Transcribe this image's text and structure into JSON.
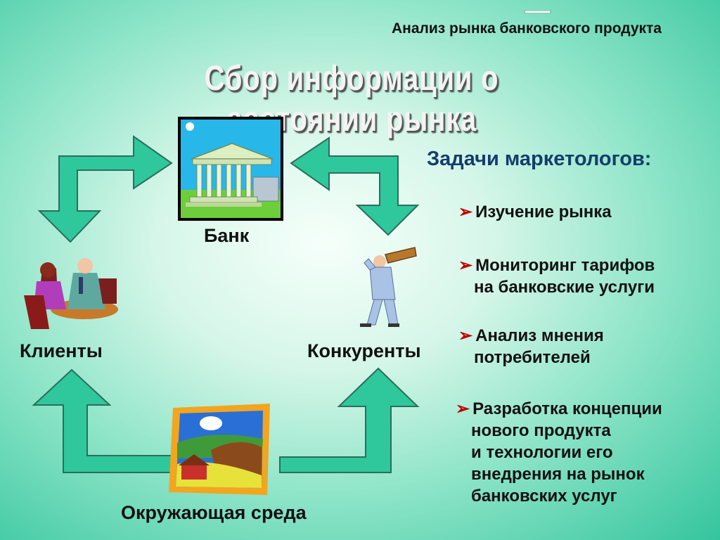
{
  "header": {
    "title": "Анализ рынка банковского продукта"
  },
  "heading": "Сбор информации о состоянии рынка",
  "nodes": {
    "bank": "Банк",
    "clients": "Клиенты",
    "competitors": "Конкуренты",
    "environment": "Окружающая среда"
  },
  "tasks": {
    "title": "Задачи маркетологов:",
    "bullet": "➢",
    "items": [
      {
        "lines": [
          "Изучение рынка"
        ]
      },
      {
        "lines": [
          "Мониторинг тарифов",
          "на банковские услуги"
        ]
      },
      {
        "lines": [
          "Анализ мнения",
          "потребителей"
        ]
      },
      {
        "lines": [
          "Разработка концепции",
          "нового продукта",
          "и технологии его",
          "внедрения на рынок",
          "банковских услуг"
        ]
      }
    ]
  },
  "colors": {
    "arrow_fill": "#2fc79c",
    "arrow_stroke": "#2b6e59",
    "tasks_title": "#143d6b",
    "bullet": "#c00000"
  }
}
